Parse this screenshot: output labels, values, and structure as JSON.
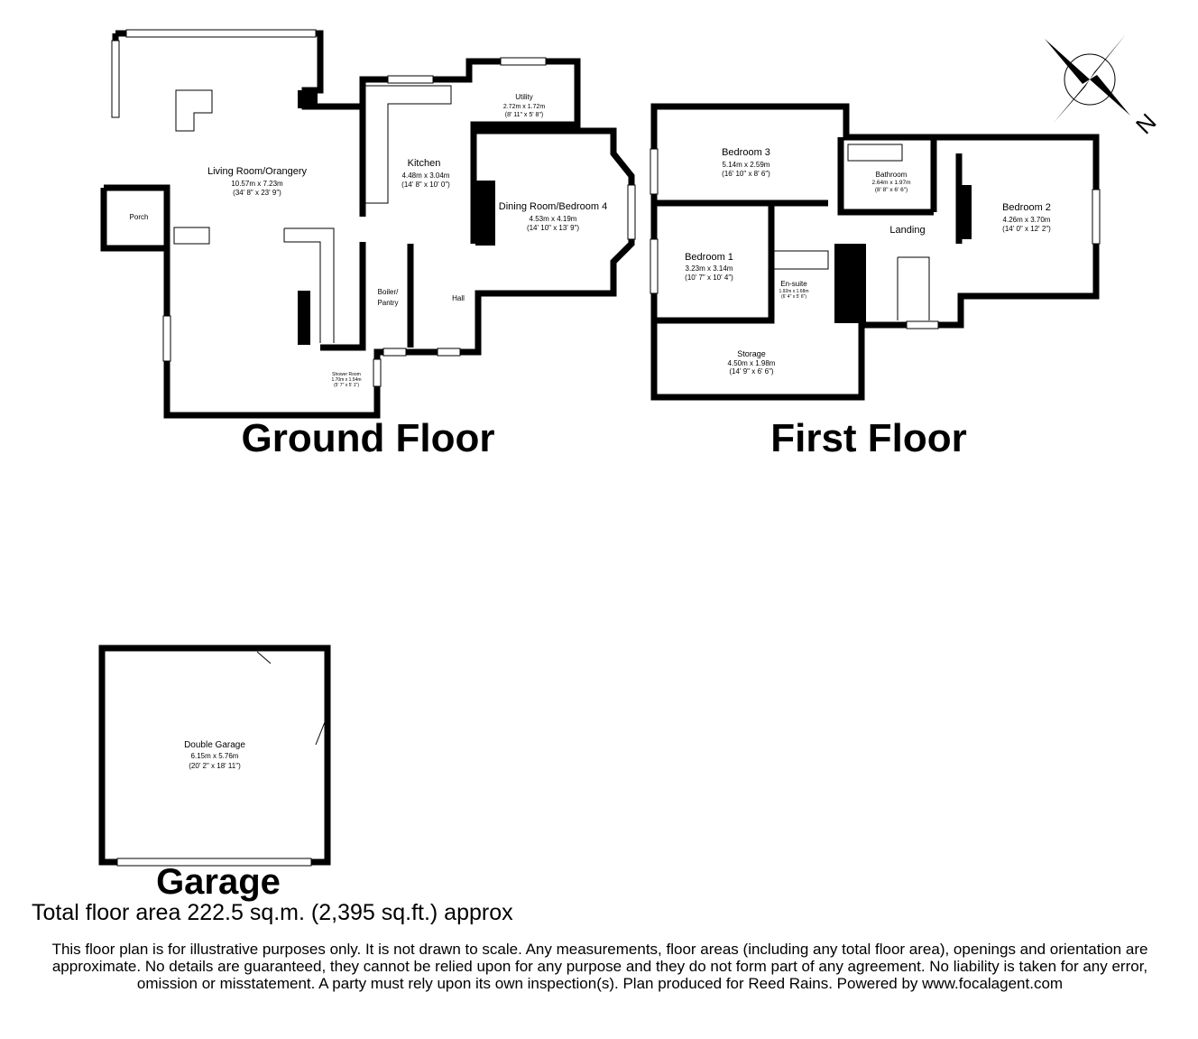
{
  "floors": {
    "ground": {
      "title": "Ground Floor",
      "rooms": [
        {
          "name": "Living Room/Orangery",
          "metric": "10.57m x 7.23m",
          "imperial": "(34' 8\" x 23' 9\")"
        },
        {
          "name": "Porch"
        },
        {
          "name": "Kitchen",
          "metric": "4.48m x 3.04m",
          "imperial": "(14' 8\" x 10' 0\")"
        },
        {
          "name": "Utility",
          "metric": "2.72m x 1.72m",
          "imperial": "(8' 11\" x 5' 8\")"
        },
        {
          "name": "Dining Room/Bedroom 4",
          "metric": "4.53m x 4.19m",
          "imperial": "(14' 10\" x 13' 9\")"
        },
        {
          "name": "Boiler/",
          "name2": "Pantry"
        },
        {
          "name": "Hall"
        },
        {
          "name": "Shower Room",
          "metric": "1.70m x 1.54m",
          "imperial": "(5' 7\" x 5' 1\")"
        }
      ]
    },
    "first": {
      "title": "First Floor",
      "rooms": [
        {
          "name": "Bedroom 3",
          "metric": "5.14m x 2.59m",
          "imperial": "(16' 10\" x 8' 6\")"
        },
        {
          "name": "Bathroom",
          "metric": "2.64m x 1.97m",
          "imperial": "(8' 8\" x 6' 6\")"
        },
        {
          "name": "Bedroom 2",
          "metric": "4.26m x 3.70m",
          "imperial": "(14' 0\" x 12' 2\")"
        },
        {
          "name": "Landing"
        },
        {
          "name": "Bedroom 1",
          "metric": "3.23m x 3.14m",
          "imperial": "(10' 7\" x 10' 4\")"
        },
        {
          "name": "En-suite",
          "metric": "1.92m x 1.68m",
          "imperial": "(6' 4\" x 5' 6\")"
        },
        {
          "name": "Storage",
          "metric": "4.50m x 1.98m",
          "imperial": "(14' 9\" x 6' 6\")"
        }
      ]
    },
    "garage": {
      "title": "Garage",
      "rooms": [
        {
          "name": "Double Garage",
          "metric": "6.15m x 5.76m",
          "imperial": "(20' 2\" x 18' 11\")"
        }
      ]
    }
  },
  "compass": {
    "label": "N",
    "icon": "compass-rose-icon"
  },
  "total_area": "Total floor area 222.5 sq.m. (2,395 sq.ft.) approx",
  "disclaimer": "This floor plan is for illustrative purposes only. It is not drawn to scale. Any measurements, floor areas (including any total floor area), openings and orientation are approximate. No details are guaranteed, they cannot be relied upon for any purpose and they do not form part of any agreement. No liability is taken for any error, omission or misstatement. A party must rely upon its own inspection(s). Plan produced for Reed Rains. Powered by www.focalagent.com"
}
